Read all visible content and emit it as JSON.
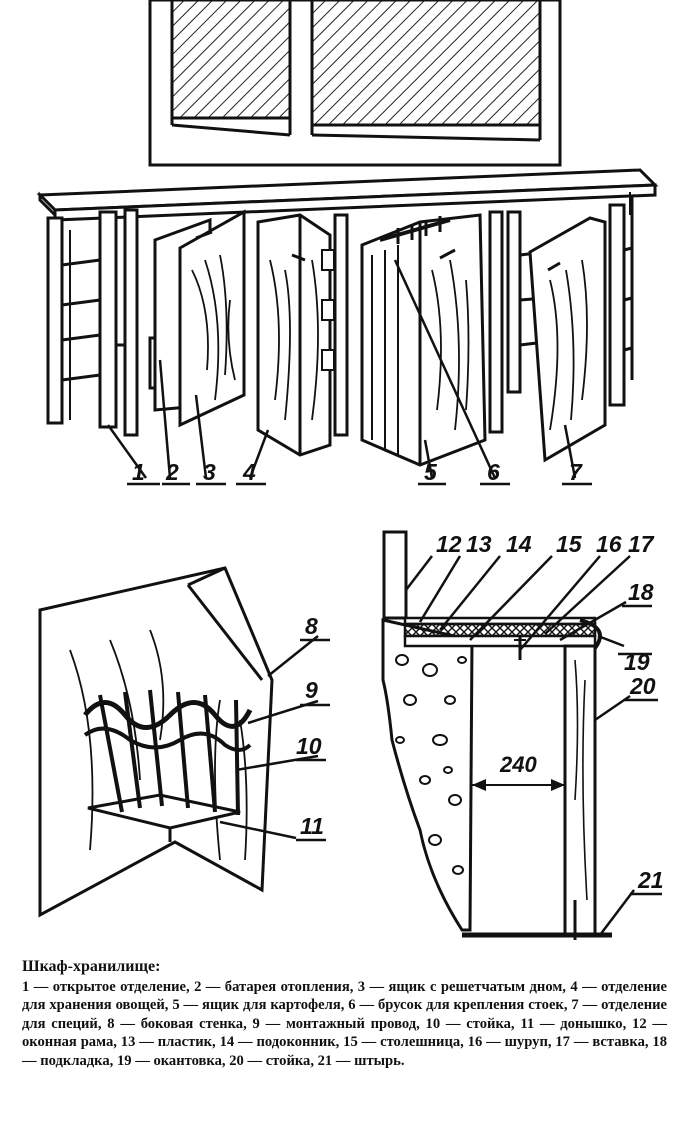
{
  "labels": {
    "n1": "1",
    "n2": "2",
    "n3": "3",
    "n4": "4",
    "n5": "5",
    "n6": "6",
    "n7": "7",
    "n8": "8",
    "n9": "9",
    "n10": "10",
    "n11": "11",
    "n12": "12",
    "n13": "13",
    "n14": "14",
    "n15": "15",
    "n16": "16",
    "n17": "17",
    "n18": "18",
    "n19": "19",
    "n20": "20",
    "n21": "21"
  },
  "dimension": "240",
  "caption": {
    "title": "Шкаф-хранилище:",
    "body": "1 — открытое отделение, 2 — батарея отопления, 3 — ящик с решетчатым дном, 4 — отделение для хранения овощей, 5 — ящик для картофеля, 6 — брусок для крепления стоек, 7 — отделение для специй, 8 — боковая стенка, 9 — монтажный провод, 10 — стойка, 11 — донышко, 12 — оконная рама, 13 — пластик, 14 — подоконник, 15 — столешница, 16 — шуруп, 17 — вставка, 18 — подкладка, 19 — окантовка, 20 — стойка, 21 — штырь."
  }
}
